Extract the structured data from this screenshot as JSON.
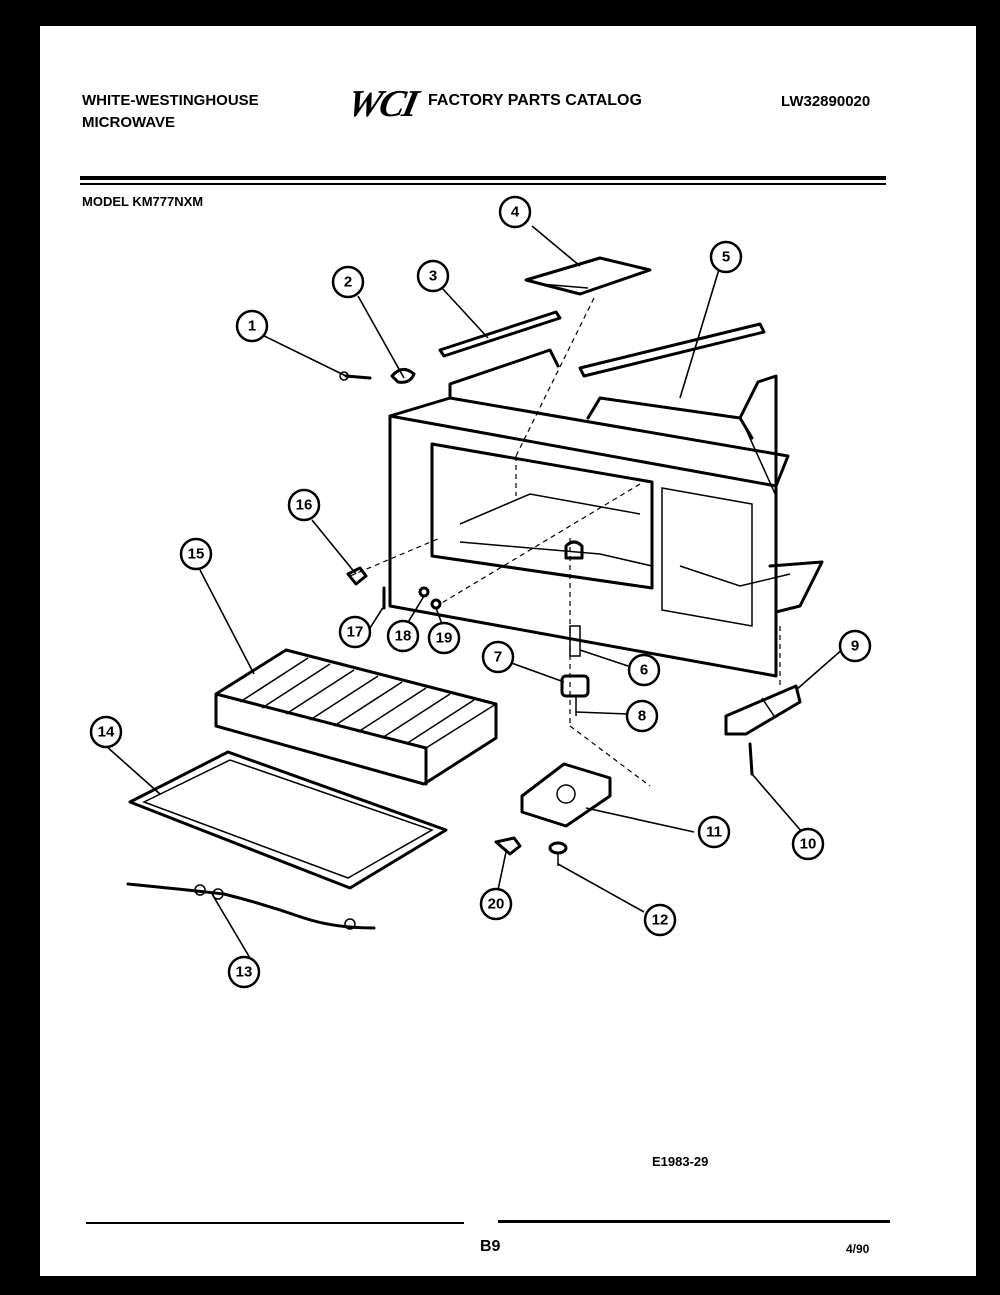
{
  "header": {
    "brand_line1": "WHITE-WESTINGHOUSE",
    "brand_line2": "MICROWAVE",
    "logo": "WCI",
    "catalog_title": "FACTORY PARTS CATALOG",
    "document_number": "LW32890020",
    "model": "MODEL KM777NXM"
  },
  "diagram": {
    "callouts": [
      "1",
      "2",
      "3",
      "4",
      "5",
      "6",
      "7",
      "8",
      "9",
      "10",
      "11",
      "12",
      "13",
      "14",
      "15",
      "16",
      "17",
      "18",
      "19",
      "20"
    ]
  },
  "footer": {
    "part_code": "E1983-29",
    "page_number": "B9",
    "date": "4/90"
  }
}
